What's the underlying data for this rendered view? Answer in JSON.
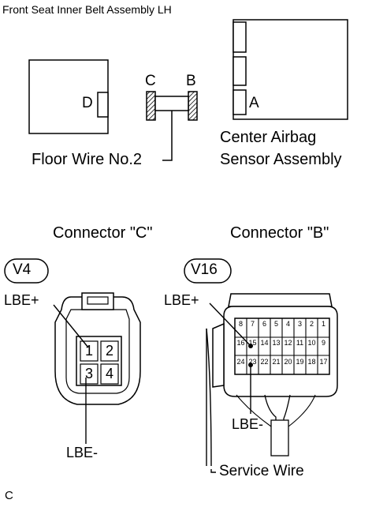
{
  "diagram": {
    "title": "Front Seat Inner Belt Assembly LH",
    "components": {
      "left_box_letter": "D",
      "pin_c": "C",
      "pin_b": "B",
      "sensor_letter": "A",
      "floor_wire": "Floor Wire No.2",
      "sensor_line1": "Center Airbag",
      "sensor_line2": "Sensor Assembly"
    },
    "connector_c": {
      "heading": "Connector \"C\"",
      "code": "V4",
      "pins": [
        "1",
        "2",
        "3",
        "4"
      ],
      "label_top": "LBE+",
      "label_bottom": "LBE-"
    },
    "connector_b": {
      "heading": "Connector \"B\"",
      "code": "V16",
      "pins_row1": [
        "8",
        "7",
        "6",
        "5",
        "4",
        "3",
        "2",
        "1"
      ],
      "pins_row2": [
        "16",
        "15",
        "14",
        "13",
        "12",
        "11",
        "10",
        "9"
      ],
      "pins_row3": [
        "24",
        "23",
        "22",
        "21",
        "20",
        "19",
        "18",
        "17"
      ],
      "label_top": "LBE+",
      "label_bottom": "LBE-",
      "service_wire": "Service Wire"
    },
    "footer_code": "C"
  }
}
